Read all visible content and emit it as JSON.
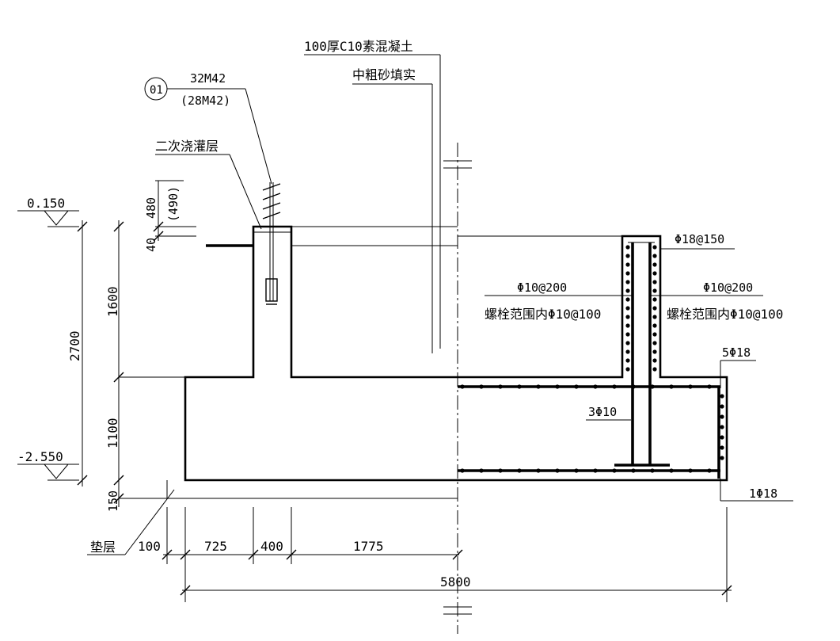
{
  "labels": {
    "concrete_top": "100厚C10素混凝土",
    "sand_fill": "中粗砂填实",
    "detail_mark": "01",
    "bolt_spec": "32M42",
    "bolt_spec_alt": "(28M42)",
    "grout_layer": "二次浇灌层",
    "elev_top": "0.150",
    "elev_bottom": "-2.550",
    "bedding": "垫层",
    "rebar_wall_top": "Φ18@150",
    "rebar_left_main": "Φ10@200",
    "rebar_left_sub": "螺栓范围内Φ10@100",
    "rebar_right_main": "Φ10@200",
    "rebar_right_sub": "螺栓范围内Φ10@100",
    "rebar_5phi18": "5Φ18",
    "rebar_3phi10": "3Φ10",
    "rebar_1phi18": "1Φ18"
  },
  "dimensions": {
    "d480": "480",
    "d490": "(490)",
    "d40": "40",
    "d1600": "1600",
    "d2700": "2700",
    "d1100": "1100",
    "d150": "150",
    "d100": "100",
    "d725": "725",
    "d400": "400",
    "d1775": "1775",
    "d5800": "5800"
  }
}
